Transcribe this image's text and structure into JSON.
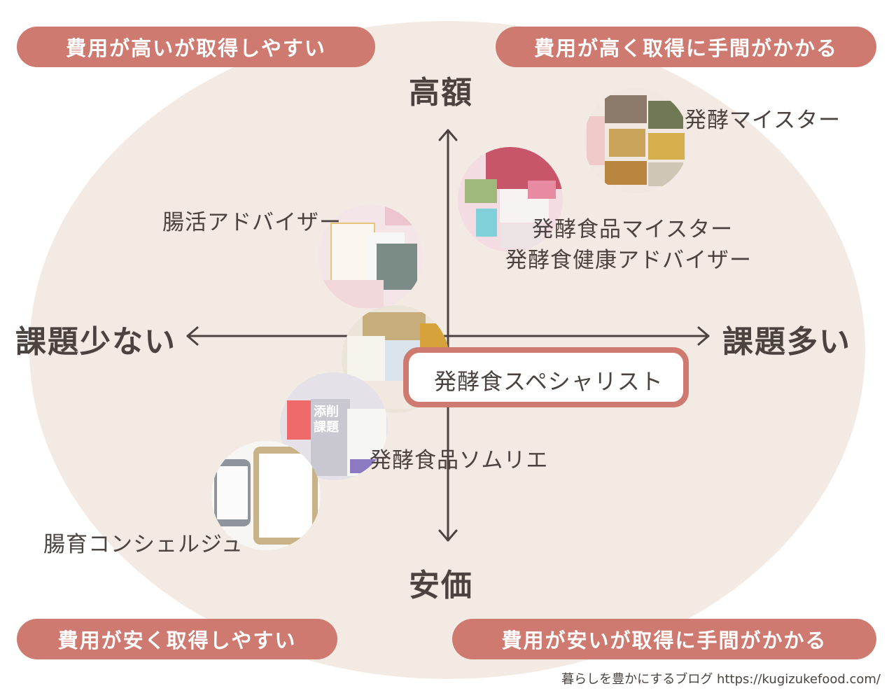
{
  "quadrants": {
    "top_left": "費用が高いが取得しやすい",
    "top_right": "費用が高く取得に手間がかかる",
    "bottom_left": "費用が安く取得しやすい",
    "bottom_right": "費用が安いが取得に手間がかかる"
  },
  "axes": {
    "top": "高額",
    "bottom": "安価",
    "left": "課題少ない",
    "right": "課題多い"
  },
  "items": {
    "hakko_meister": "発酵マイスター",
    "hakko_shokuhin_meister": "発酵食品マイスター",
    "hakkoshoku_kenko_adviser": "発酵食健康アドバイザー",
    "choukatsu_adviser": "腸活アドバイザー",
    "hakkoshoku_specialist": "発酵食スペシャリスト",
    "hakko_shokuhin_sommelier": "発酵食品ソムリエ",
    "chouiku_concierge": "腸育コンシェルジュ"
  },
  "photo_text": {
    "tensaku": "添削\n課題"
  },
  "footer": {
    "credit": "暮らしを豊かにするブログ https://kugizukefood.com/"
  },
  "colors": {
    "accent": "#cf7a70",
    "background_ellipse": "#f3ebe3",
    "text": "#4a4340"
  }
}
